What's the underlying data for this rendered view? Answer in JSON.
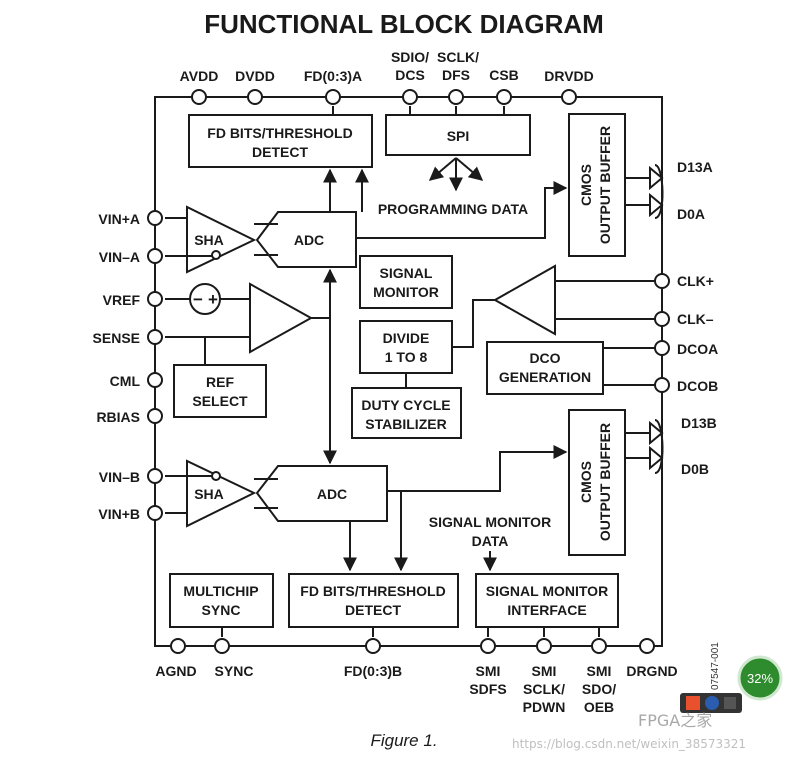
{
  "title": "FUNCTIONAL BLOCK DIAGRAM",
  "caption": "Figure 1.",
  "figure_id": "07547-001",
  "top_pins": {
    "avdd": "AVDD",
    "dvdd": "DVDD",
    "fd_a": "FD(0:3)A",
    "sdio_1": "SDIO/",
    "sdio_2": "DCS",
    "sclk_1": "SCLK/",
    "sclk_2": "DFS",
    "csb": "CSB",
    "drvdd": "DRVDD"
  },
  "left_pins": {
    "vin_plus_a": "VIN+A",
    "vin_minus_a": "VIN–A",
    "vref": "VREF",
    "sense": "SENSE",
    "cml": "CML",
    "rbias": "RBIAS",
    "vin_minus_b": "VIN–B",
    "vin_plus_b": "VIN+B"
  },
  "right_pins": {
    "d13a": "D13A",
    "d0a": "D0A",
    "clk_plus": "CLK+",
    "clk_minus": "CLK–",
    "dcoa": "DCOA",
    "dcob": "DCOB",
    "d13b": "D13B",
    "d0b": "D0B"
  },
  "bottom_pins": {
    "agnd": "AGND",
    "sync": "SYNC",
    "fd_b": "FD(0:3)B",
    "smi_sdfs_1": "SMI",
    "smi_sdfs_2": "SDFS",
    "smi_sclk_1": "SMI",
    "smi_sclk_2": "SCLK/",
    "smi_sclk_3": "PDWN",
    "smi_sdo_1": "SMI",
    "smi_sdo_2": "SDO/",
    "smi_sdo_3": "OEB",
    "drgnd": "DRGND"
  },
  "blocks": {
    "fd_a_1": "FD BITS/THRESHOLD",
    "fd_a_2": "DETECT",
    "spi": "SPI",
    "programming_data": "PROGRAMMING DATA",
    "sha_a": "SHA",
    "adc_a": "ADC",
    "signal_monitor_1": "SIGNAL",
    "signal_monitor_2": "MONITOR",
    "divide_1": "DIVIDE",
    "divide_2": "1 TO 8",
    "dco_1": "DCO",
    "dco_2": "GENERATION",
    "duty_1": "DUTY CYCLE",
    "duty_2": "STABILIZER",
    "ref_1": "REF",
    "ref_2": "SELECT",
    "sha_b": "SHA",
    "adc_b": "ADC",
    "multichip_1": "MULTICHIP",
    "multichip_2": "SYNC",
    "fd_b_1": "FD BITS/THRESHOLD",
    "fd_b_2": "DETECT",
    "smi_iface_1": "SIGNAL MONITOR",
    "smi_iface_2": "INTERFACE",
    "smi_data_1": "SIGNAL MONITOR",
    "smi_data_2": "DATA",
    "cmos_a_1": "CMOS",
    "cmos_a_2": "OUTPUT BUFFER",
    "cmos_b_1": "CMOS",
    "cmos_b_2": "OUTPUT BUFFER",
    "sum_minus": "−",
    "sum_plus": "+"
  },
  "overlay": {
    "zoom": "32%",
    "watermark_brand": "FPGA之家",
    "watermark_url": "https://blog.csdn.net/weixin_38573321"
  },
  "colors": {
    "line": "#1a1a1a",
    "badge": "#2e8b2e"
  }
}
